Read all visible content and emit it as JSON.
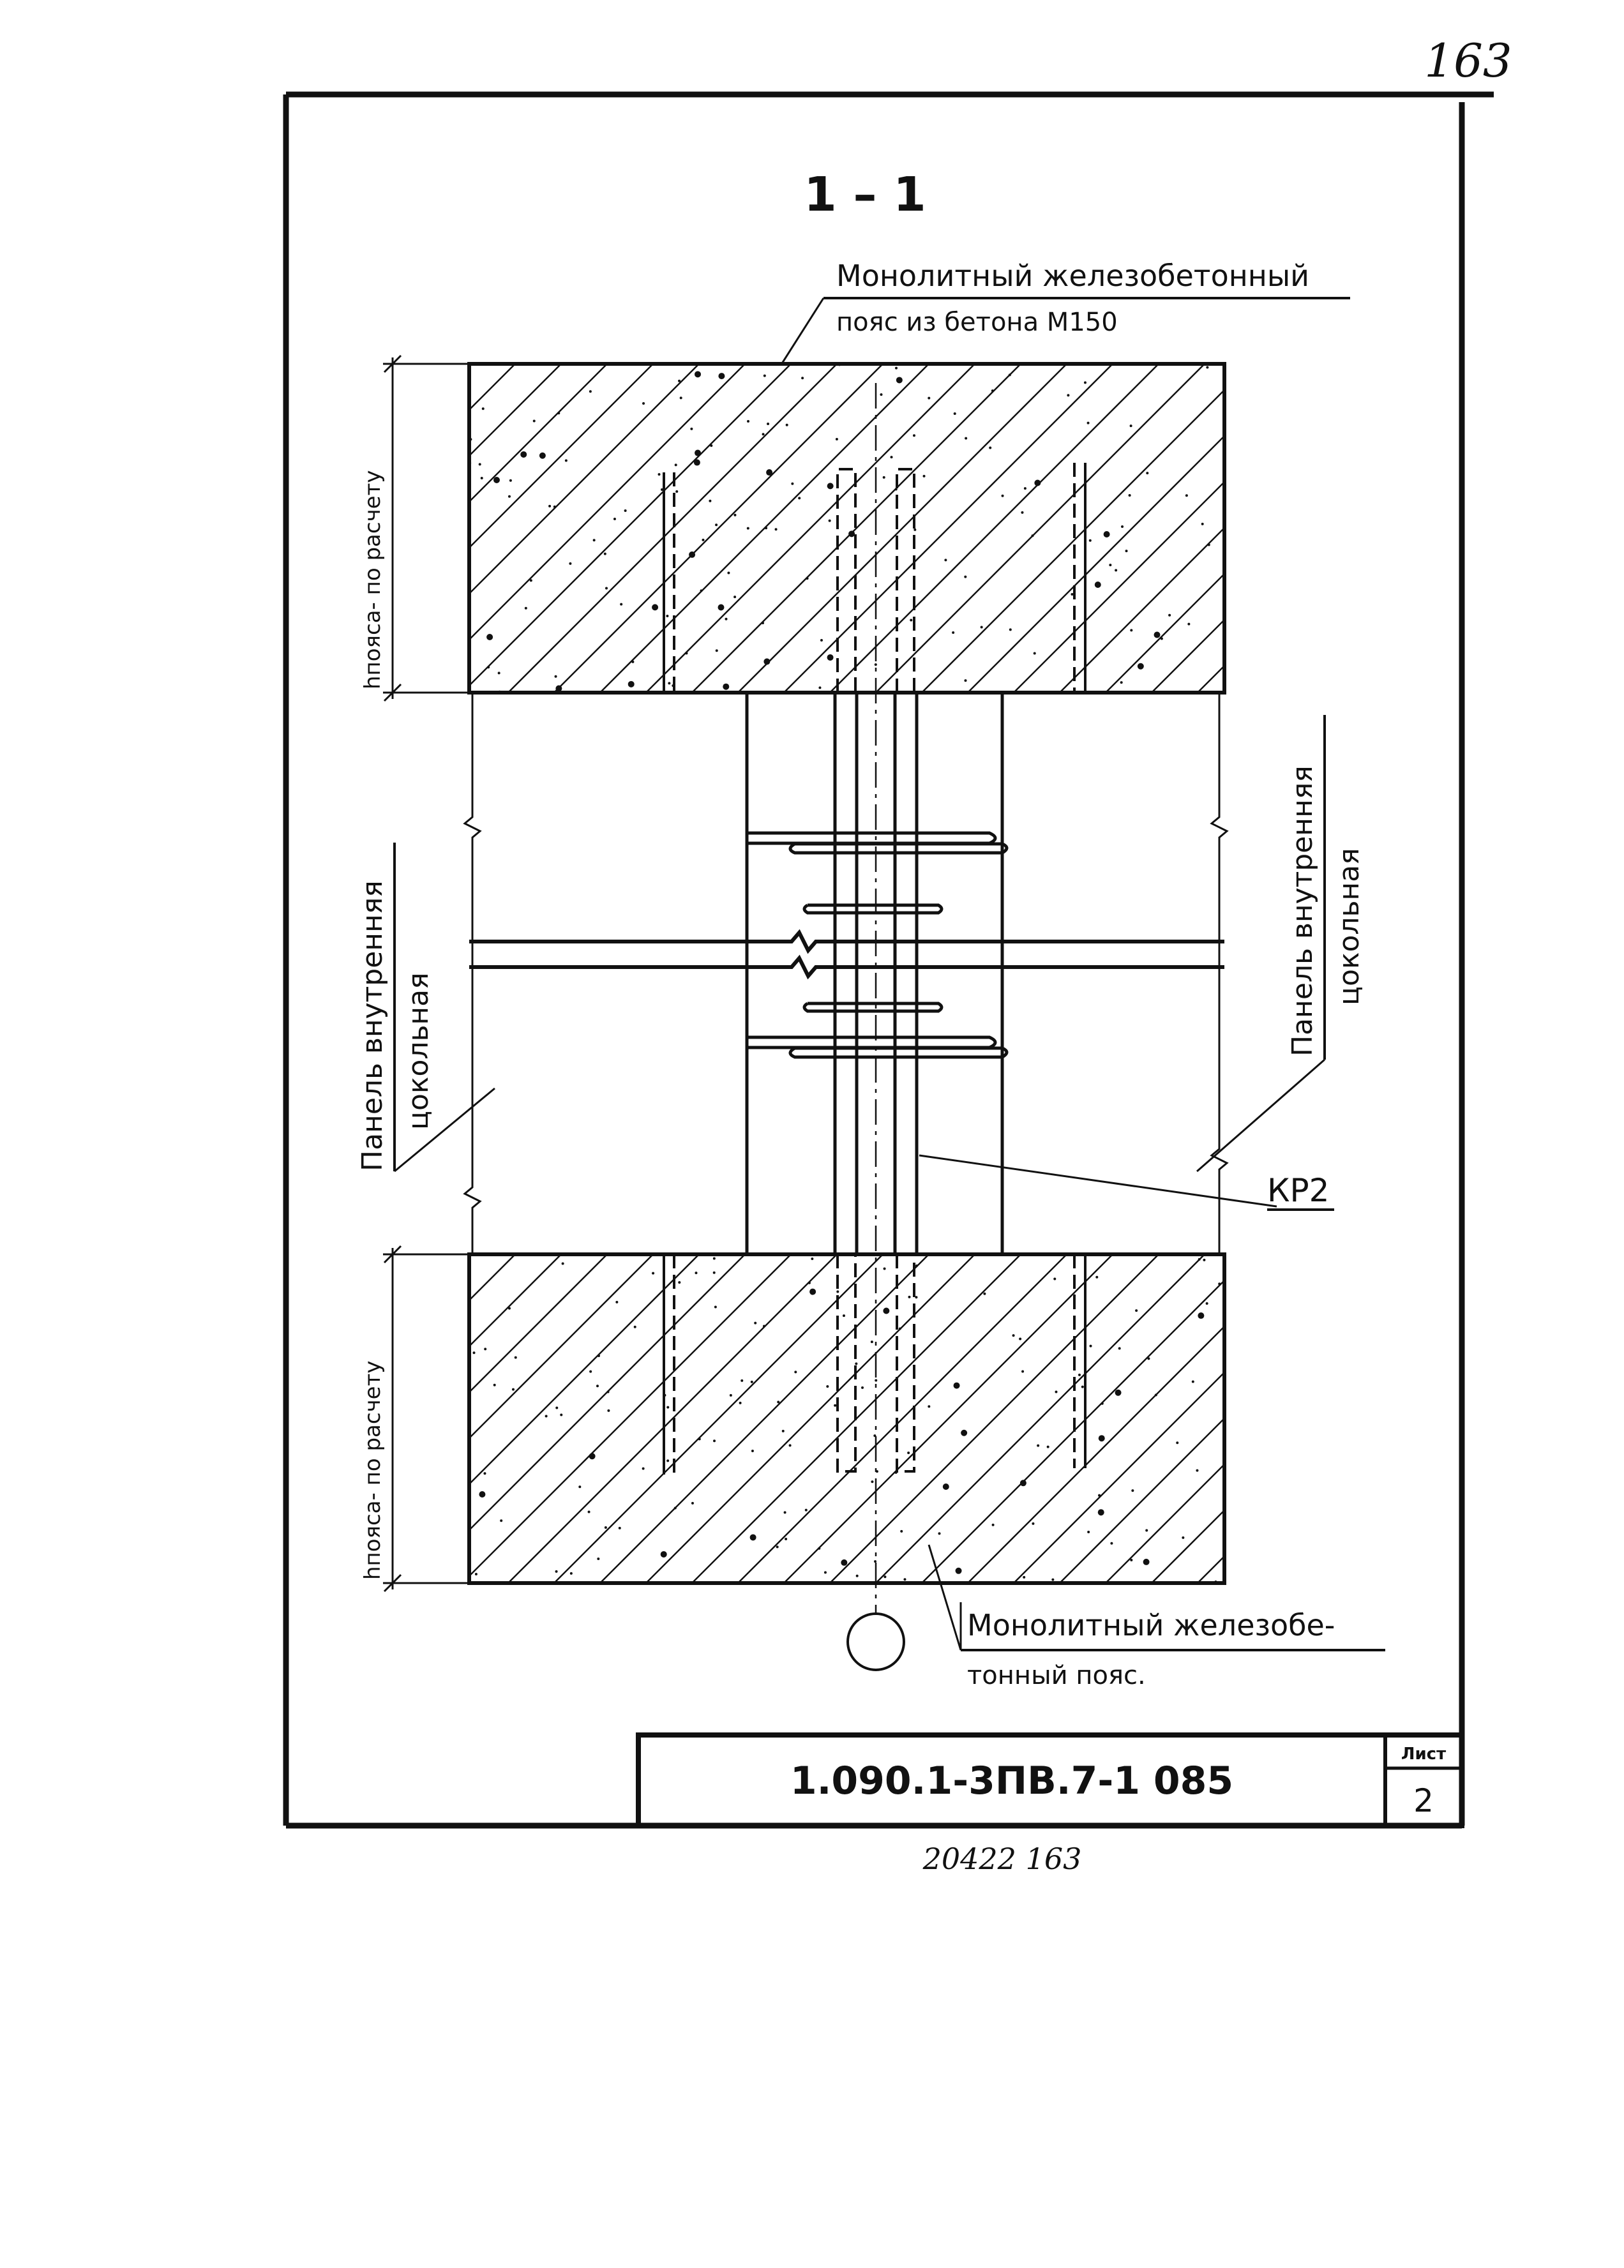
{
  "page_number_handwritten": "163",
  "section_title": "1 – 1",
  "labels": {
    "belt_top_line1": "Монолитный железобетонный",
    "belt_top_line2": "пояс из бетона М150",
    "belt_bottom_line1": "Монолитный железобе-",
    "belt_bottom_line2": "тонный пояс.",
    "panel_left_line1": "Панель внутренняя",
    "panel_left_line2": "цокольная",
    "panel_right_line1": "Панель внутренняя",
    "panel_right_line2": "цокольная",
    "height_top": "hпояса- по расчету",
    "height_bottom": "hпояса- по расчету",
    "rebar_mark": "КР2"
  },
  "title_block": {
    "document_code": "1.090.1-3ПВ.7-1 085",
    "sheet_label": "Лист",
    "sheet_number": "2"
  },
  "bottom_stamp": "20422 163",
  "colors": {
    "ink": "#111111",
    "paper": "#ffffff"
  }
}
